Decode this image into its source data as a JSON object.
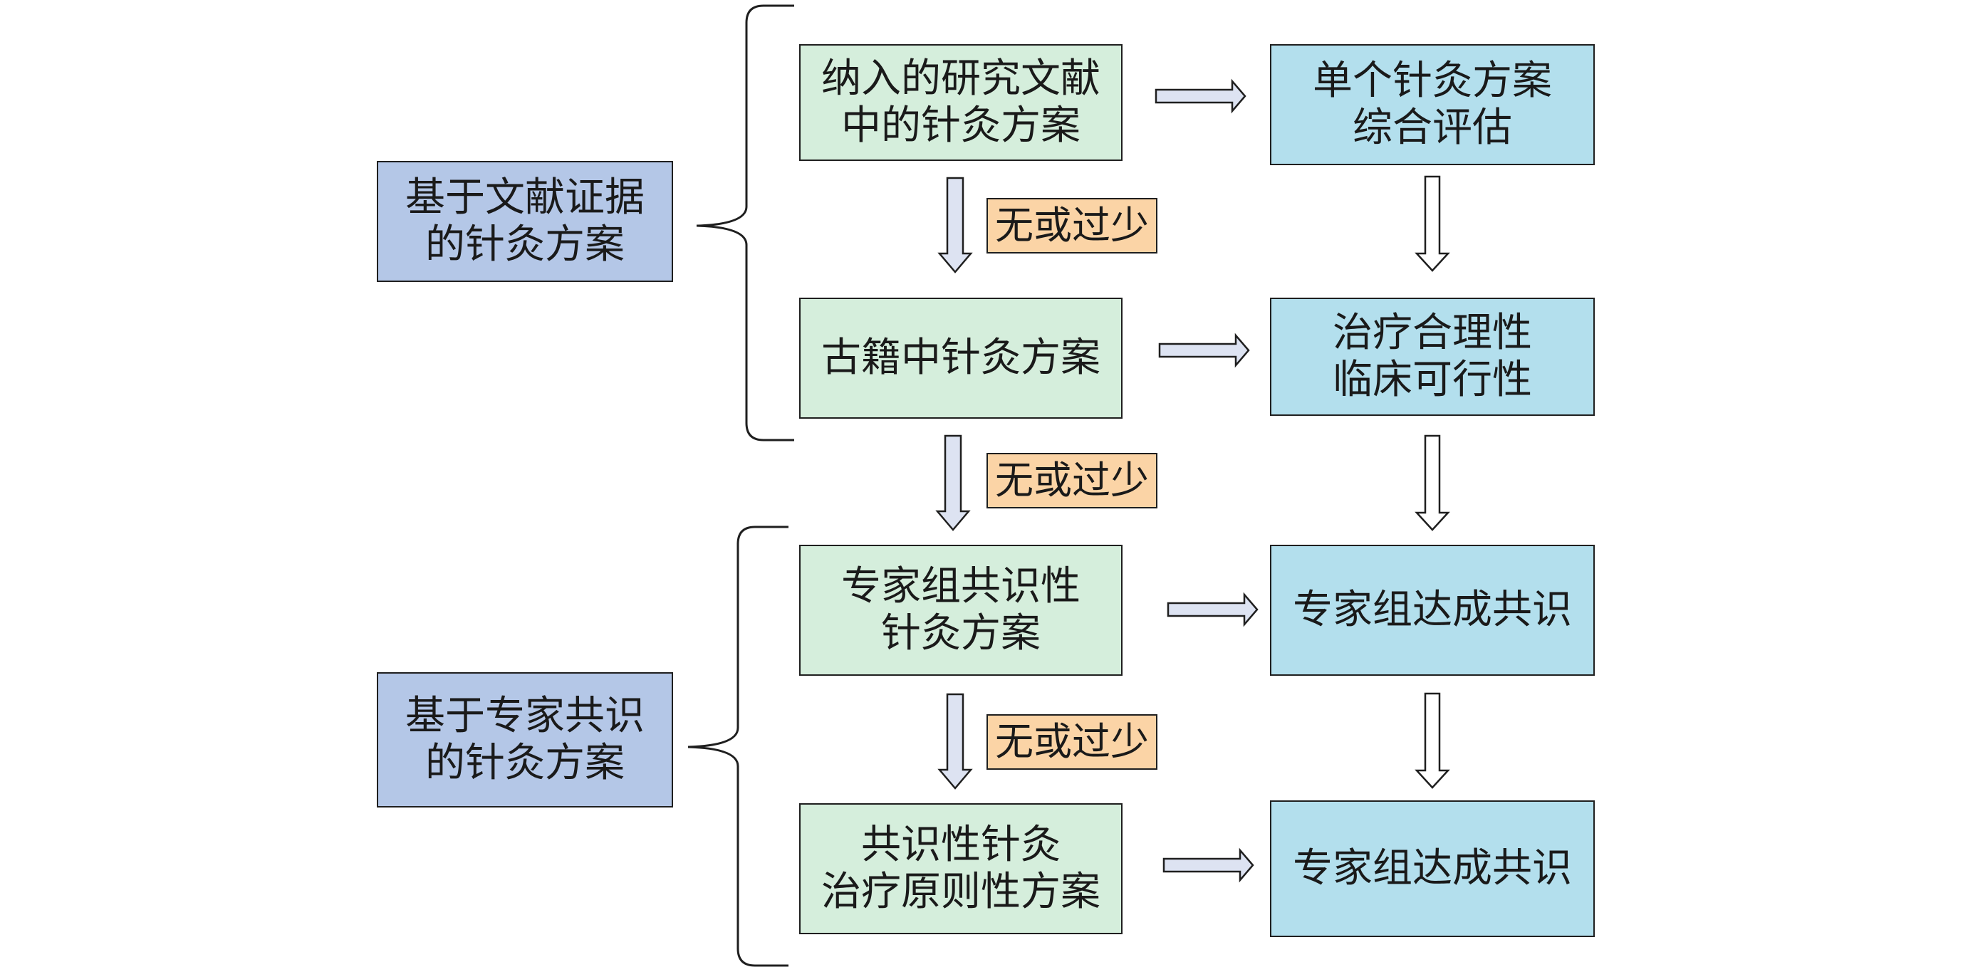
{
  "colors": {
    "category_fill": "#b4c7e7",
    "step_fill": "#d5eedc",
    "result_fill": "#b3dfed",
    "condition_fill": "#fbd4a6",
    "arrow_fill": "#dde3f2",
    "line": "#1f1f1f"
  },
  "categories": [
    {
      "id": "literature",
      "label": "基于文献证据\n的针灸方案"
    },
    {
      "id": "consensus",
      "label": "基于专家共识\n的针灸方案"
    }
  ],
  "steps": [
    {
      "id": "included-literature",
      "label": "纳入的研究文献\n中的针灸方案"
    },
    {
      "id": "ancient-books",
      "label": "古籍中针灸方案"
    },
    {
      "id": "expert-consensus-plan",
      "label": "专家组共识性\n针灸方案"
    },
    {
      "id": "principle-plan",
      "label": "共识性针灸\n治疗原则性方案"
    }
  ],
  "results": [
    {
      "id": "comprehensive-evaluation",
      "label": "单个针灸方案\n综合评估"
    },
    {
      "id": "rationality-feasibility",
      "label": "治疗合理性\n临床可行性"
    },
    {
      "id": "consensus-reached-1",
      "label": "专家组达成共识"
    },
    {
      "id": "consensus-reached-2",
      "label": "专家组达成共识"
    }
  ],
  "conditions": [
    {
      "label": "无或过少"
    },
    {
      "label": "无或过少"
    },
    {
      "label": "无或过少"
    }
  ]
}
